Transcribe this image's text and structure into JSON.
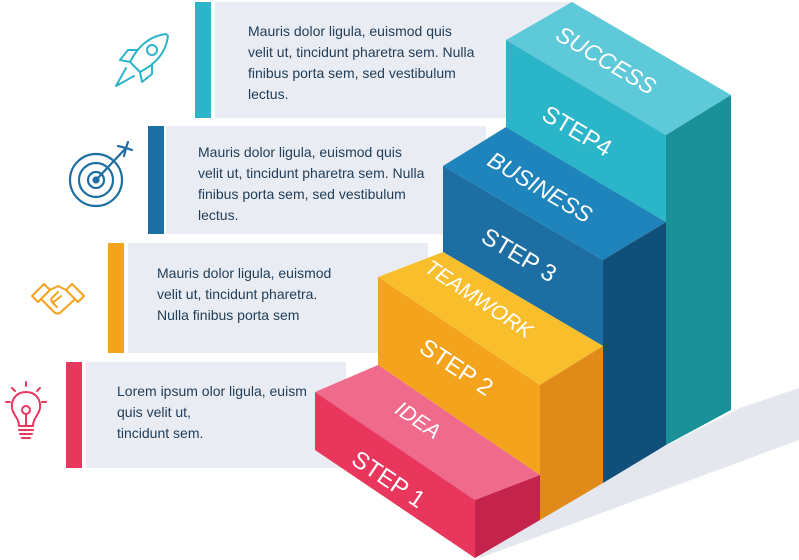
{
  "colors": {
    "step1": "#e8365d",
    "step2": "#f4a31d",
    "step3": "#1d6fa3",
    "step4": "#2bb5c9",
    "panel_bg": "#e9edf3",
    "text": "#1f3b57"
  },
  "steps": [
    {
      "id": "step1",
      "step_label": "STEP 1",
      "top_label": "IDEA",
      "icon": "lightbulb-icon",
      "text_lines": [
        "Lorem ipsum olor ligula, euism",
        "quis velit ut,",
        "tincidunt sem."
      ]
    },
    {
      "id": "step2",
      "step_label": "STEP 2",
      "top_label": "TEAMWORK",
      "icon": "handshake-icon",
      "text_lines": [
        "Mauris dolor ligula, euismod",
        "velit ut, tincidunt pharetra.",
        "Nulla finibus porta sem"
      ]
    },
    {
      "id": "step3",
      "step_label": "STEP 3",
      "top_label": "BUSINESS",
      "icon": "target-icon",
      "text_lines": [
        "Mauris dolor ligula, euismod quis",
        "velit ut, tincidunt pharetra sem. Nulla",
        "finibus porta sem, sed vestibulum",
        "lectus."
      ]
    },
    {
      "id": "step4",
      "step_label": "STEP4",
      "top_label": "SUCCESS",
      "icon": "rocket-icon",
      "text_lines": [
        "Mauris dolor ligula, euismod quis",
        "velit ut, tincidunt pharetra sem. Nulla",
        "finibus porta sem, sed vestibulum",
        "lectus."
      ]
    }
  ]
}
